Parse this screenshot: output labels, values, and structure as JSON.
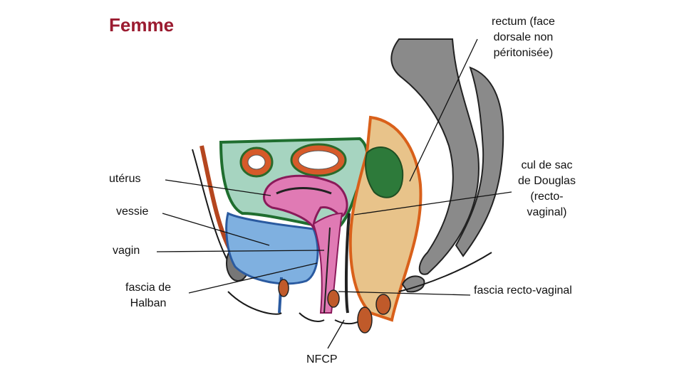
{
  "title": "Femme",
  "labels": {
    "uterus": "utérus",
    "vessie": "vessie",
    "vagin": "vagin",
    "fascia_halban": [
      "fascia de",
      "Halban"
    ],
    "nfcp": "NFCP",
    "rectum": [
      "rectum (face",
      "dorsale non",
      "péritonisée)"
    ],
    "douglas": [
      "cul de sac",
      "de Douglas",
      "(recto-",
      "vaginal)"
    ],
    "fascia_rv": "fascia recto-vaginal"
  },
  "colors": {
    "title": "#9b1b30",
    "peritoneum_fill": "#a6d4c0",
    "peritoneum_line": "#1f6e2f",
    "bladder": "#7fb0e0",
    "uterus": "#e07ab4",
    "rectum_wall": "#e8c38a",
    "rectum_edge": "#d9601a",
    "gut_loops": "#d65a2a",
    "bone": "#7a7a7a"
  }
}
